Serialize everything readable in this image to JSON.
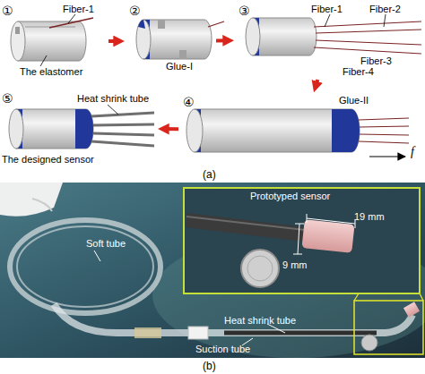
{
  "diagram": {
    "nodes": [
      {
        "text": [
          "①",
          "Fiber-1",
          "The elastomer"
        ]
      },
      {
        "text": [
          "②",
          "Glue-I"
        ]
      },
      {
        "text": [
          "③",
          "Fiber-1",
          "Fiber-2",
          "Fiber-3",
          "Fiber-4"
        ]
      },
      {
        "text": [
          "④",
          "Glue-II",
          "f"
        ]
      },
      {
        "text": [
          "⑤",
          "Heat shrink tube",
          "The designed sensor"
        ]
      },
      {
        "text": [
          "Soft tube",
          "Heat shrink tube",
          "Suction tube"
        ]
      },
      {
        "text": [
          "Prototyped sensor",
          "9 mm",
          "19 mm"
        ],
        "in": 5
      }
    ],
    "edges": [
      {
        "from": 0,
        "to": 1,
        "arrow": "to"
      },
      {
        "from": 1,
        "to": 2,
        "arrow": "to"
      },
      {
        "from": 2,
        "to": 3,
        "arrow": "to"
      },
      {
        "from": 3,
        "to": 4,
        "arrow": "to"
      }
    ],
    "labels": [
      "(a)",
      "(b)"
    ]
  }
}
